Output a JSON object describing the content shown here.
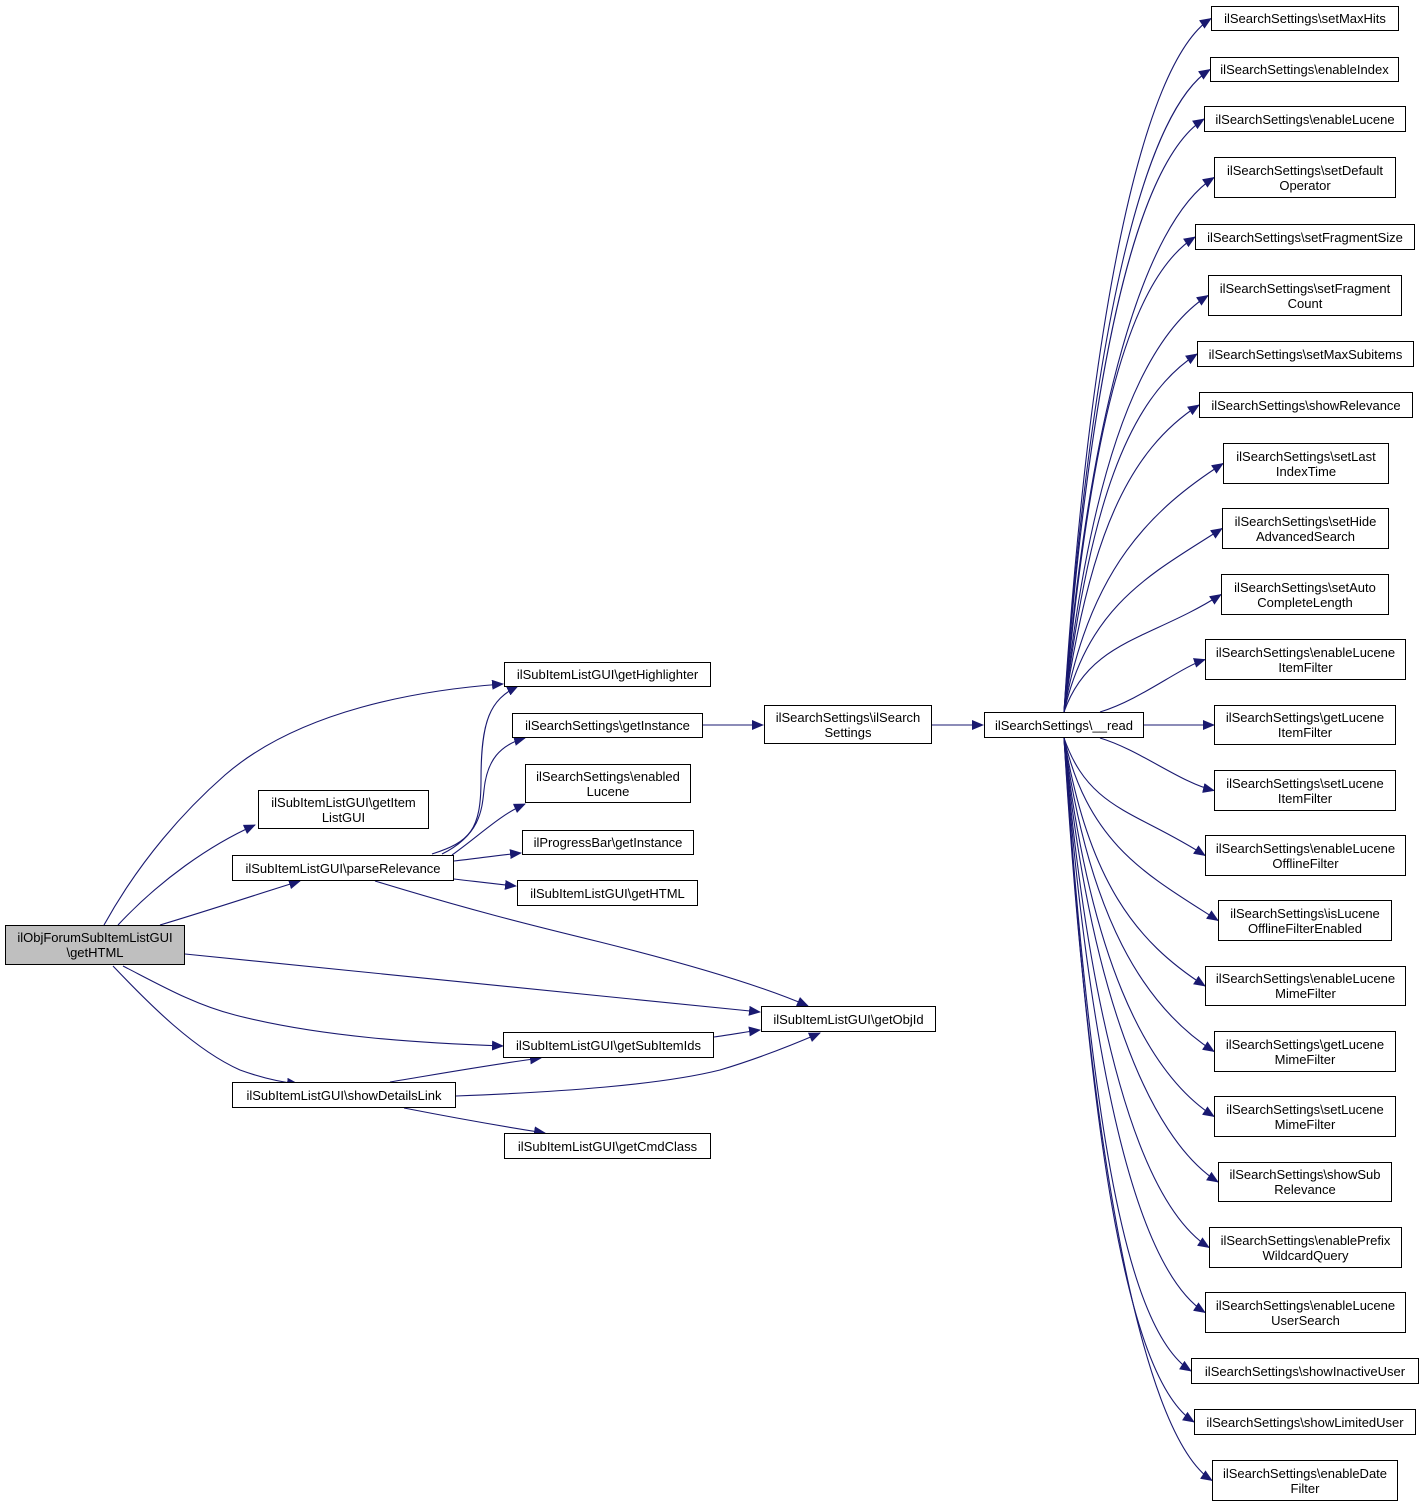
{
  "colors": {
    "edge": "#191970",
    "root_fill": "#bfbfbf",
    "node_fill": "#ffffff",
    "border": "#000000"
  },
  "nodes": {
    "root": [
      "ilObjForumSubItemListGUI",
      "\\getHTML"
    ],
    "getHighlighter": [
      "ilSubItemListGUI\\getHighlighter"
    ],
    "getItemListGUI": [
      "ilSubItemListGUI\\getItem",
      "ListGUI"
    ],
    "parseRelevance": [
      "ilSubItemListGUI\\parseRelevance"
    ],
    "showDetailsLink": [
      "ilSubItemListGUI\\showDetailsLink"
    ],
    "getInstance": [
      "ilSearchSettings\\getInstance"
    ],
    "enabledLucene": [
      "ilSearchSettings\\enabled",
      "Lucene"
    ],
    "progressBar": [
      "ilProgressBar\\getInstance"
    ],
    "subGetHTML": [
      "ilSubItemListGUI\\getHTML"
    ],
    "getObjId": [
      "ilSubItemListGUI\\getObjId"
    ],
    "getSubItemIds": [
      "ilSubItemListGUI\\getSubItemIds"
    ],
    "getCmdClass": [
      "ilSubItemListGUI\\getCmdClass"
    ],
    "ctor": [
      "ilSearchSettings\\ilSearch",
      "Settings"
    ],
    "read": [
      "ilSearchSettings\\__read"
    ],
    "r01": [
      "ilSearchSettings\\setMaxHits"
    ],
    "r02": [
      "ilSearchSettings\\enableIndex"
    ],
    "r03": [
      "ilSearchSettings\\enableLucene"
    ],
    "r04": [
      "ilSearchSettings\\setDefault",
      "Operator"
    ],
    "r05": [
      "ilSearchSettings\\setFragmentSize"
    ],
    "r06": [
      "ilSearchSettings\\setFragment",
      "Count"
    ],
    "r07": [
      "ilSearchSettings\\setMaxSubitems"
    ],
    "r08": [
      "ilSearchSettings\\showRelevance"
    ],
    "r09": [
      "ilSearchSettings\\setLast",
      "IndexTime"
    ],
    "r10": [
      "ilSearchSettings\\setHide",
      "AdvancedSearch"
    ],
    "r11": [
      "ilSearchSettings\\setAuto",
      "CompleteLength"
    ],
    "r12": [
      "ilSearchSettings\\enableLucene",
      "ItemFilter"
    ],
    "r13": [
      "ilSearchSettings\\getLucene",
      "ItemFilter"
    ],
    "r14": [
      "ilSearchSettings\\setLucene",
      "ItemFilter"
    ],
    "r15": [
      "ilSearchSettings\\enableLucene",
      "OfflineFilter"
    ],
    "r16": [
      "ilSearchSettings\\isLucene",
      "OfflineFilterEnabled"
    ],
    "r17": [
      "ilSearchSettings\\enableLucene",
      "MimeFilter"
    ],
    "r18": [
      "ilSearchSettings\\getLucene",
      "MimeFilter"
    ],
    "r19": [
      "ilSearchSettings\\setLucene",
      "MimeFilter"
    ],
    "r20": [
      "ilSearchSettings\\showSub",
      "Relevance"
    ],
    "r21": [
      "ilSearchSettings\\enablePrefix",
      "WildcardQuery"
    ],
    "r22": [
      "ilSearchSettings\\enableLucene",
      "UserSearch"
    ],
    "r23": [
      "ilSearchSettings\\showInactiveUser"
    ],
    "r24": [
      "ilSearchSettings\\showLimitedUser"
    ],
    "r25": [
      "ilSearchSettings\\enableDate",
      "Filter"
    ]
  }
}
